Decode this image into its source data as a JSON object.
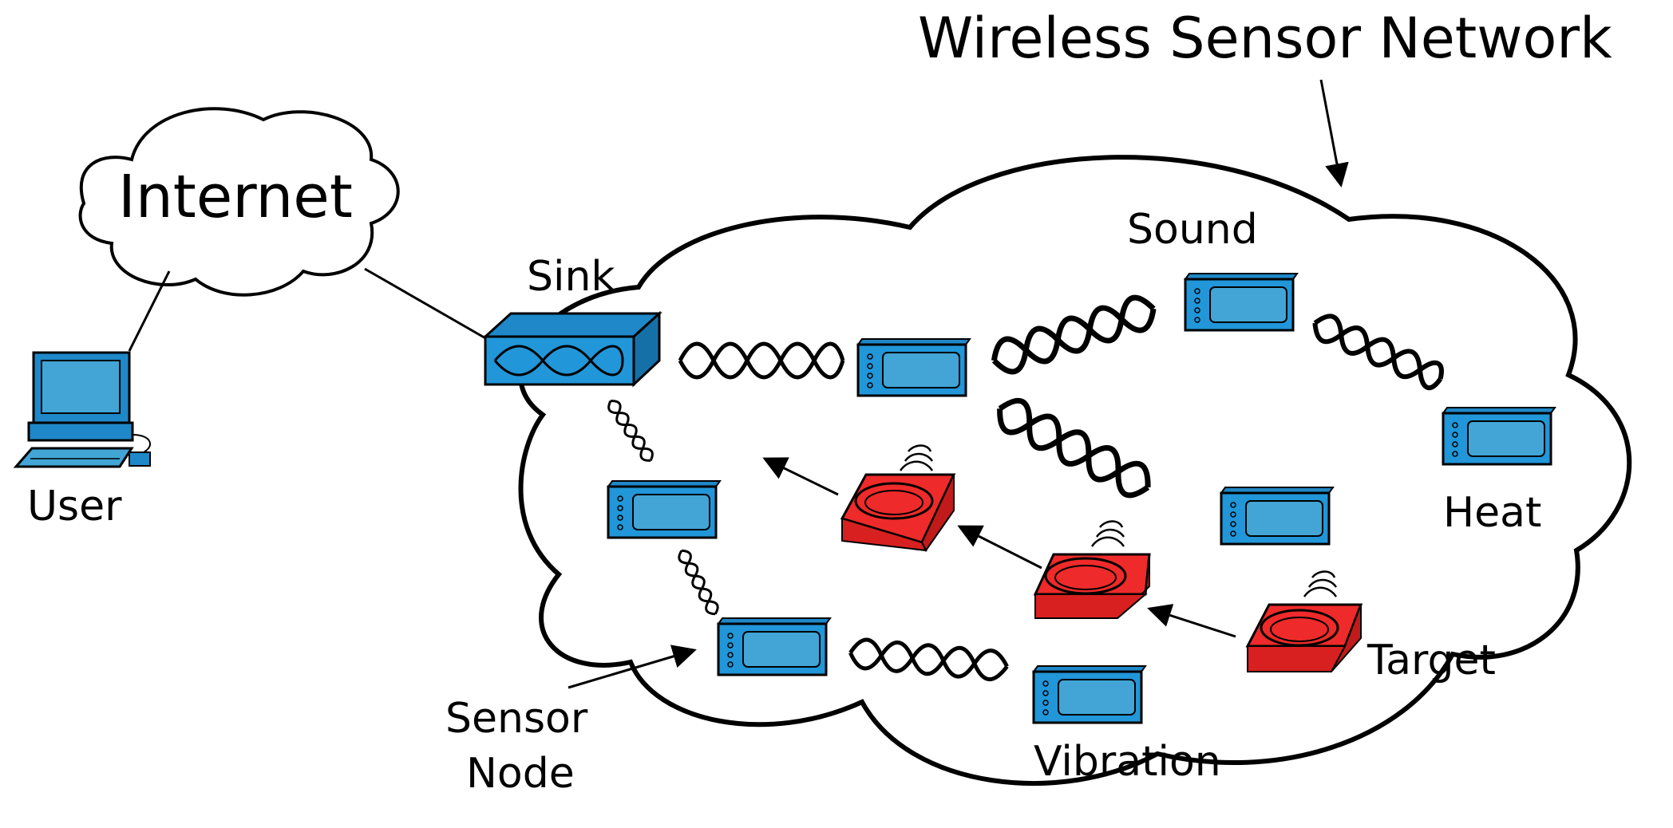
{
  "labels": {
    "title": "Wireless Sensor Network",
    "internet": "Internet",
    "user": "User",
    "sink": "Sink",
    "sound": "Sound",
    "heat": "Heat",
    "target": "Target",
    "vibration": "Vibration",
    "sensor_node_line1": "Sensor",
    "sensor_node_line2": "Node"
  },
  "colors": {
    "node_blue": "#1e88c8",
    "node_screen": "#42a5d5",
    "target_red": "#ee2a2a",
    "stroke": "#000000",
    "background": "#ffffff"
  },
  "icons": [
    "cloud-icon",
    "computer-icon",
    "sink-icon",
    "sensor-node-icon",
    "target-icon",
    "signal-wave-icon",
    "arrow-icon"
  ]
}
